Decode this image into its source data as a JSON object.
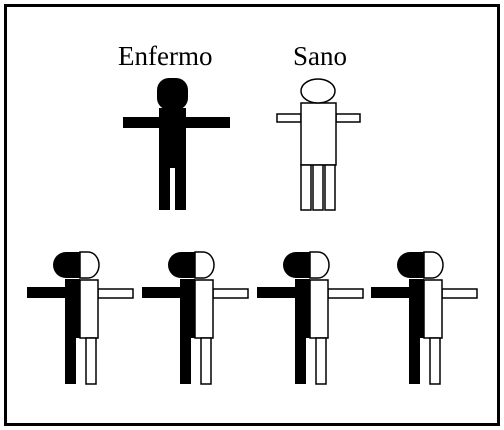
{
  "labels": {
    "sick": "Enfermo",
    "healthy": "Sano"
  },
  "colors": {
    "ink": "#000000",
    "paper": "#ffffff"
  },
  "figures": {
    "sick_count": 1,
    "healthy_count": 1,
    "carrier_count": 4
  }
}
